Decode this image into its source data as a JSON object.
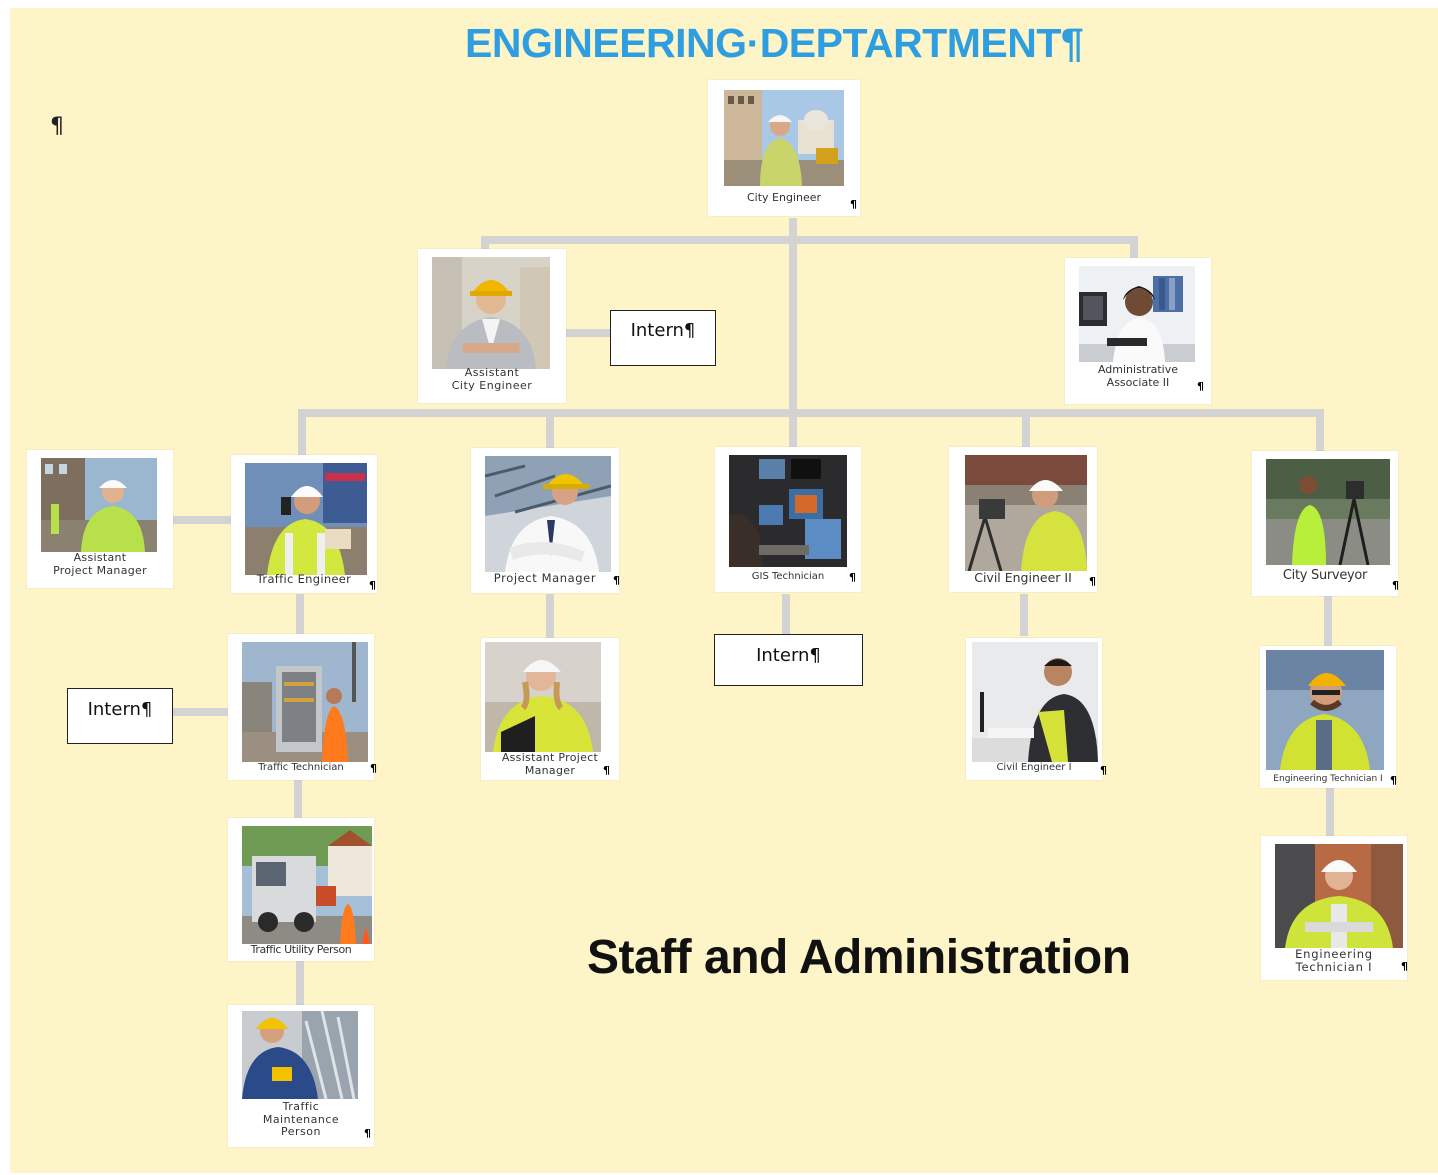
{
  "title": "ENGINEERING·DEPTARTMENT¶",
  "stray_mark": "¶",
  "footer": "Staff and Administration",
  "colors": {
    "background": "#fdf4c8",
    "title": "#2f9ee0",
    "connector": "#d3d3d3"
  },
  "positions": {
    "city_engineer": {
      "label": "City Engineer",
      "mark": "¶"
    },
    "assistant_city_engineer": {
      "label": "Assistant\nCity Engineer",
      "mark": ""
    },
    "administrative_associate": {
      "label": "Administrative\nAssociate II",
      "mark": "¶"
    },
    "assistant_project_manager": {
      "label": "Assistant\nProject Manager",
      "mark": ""
    },
    "traffic_engineer": {
      "label": "Traffic Engineer",
      "mark": "¶"
    },
    "project_manager": {
      "label": "Project Manager",
      "mark": "¶"
    },
    "gis_technician": {
      "label": "GIS Technician",
      "mark": "¶"
    },
    "civil_engineer_2": {
      "label": "Civil Engineer II",
      "mark": "¶"
    },
    "city_surveyor": {
      "label": "City Surveyor",
      "mark": "¶"
    },
    "traffic_technician": {
      "label": "Traffic Technician",
      "mark": "¶"
    },
    "assistant_project_manager_2": {
      "label": "Assistant Project\nManager",
      "mark": "¶"
    },
    "civil_engineer_1": {
      "label": "Civil Engineer I",
      "mark": "¶"
    },
    "engineering_technician_2": {
      "label": "Engineering Technician I",
      "mark": "¶"
    },
    "traffic_utility_person": {
      "label": "Traffic Utility Person",
      "mark": ""
    },
    "traffic_maintenance_person": {
      "label": "Traffic\nMaintenance\nPerson",
      "mark": "¶"
    },
    "engineering_technician_1": {
      "label": "Engineering\nTechnician I",
      "mark": "¶"
    }
  },
  "interns": {
    "assistant_city_engineer": "Intern¶",
    "gis": "Intern¶",
    "traffic": "Intern¶"
  },
  "icons": [
    "worker-photo",
    "office-photo"
  ]
}
